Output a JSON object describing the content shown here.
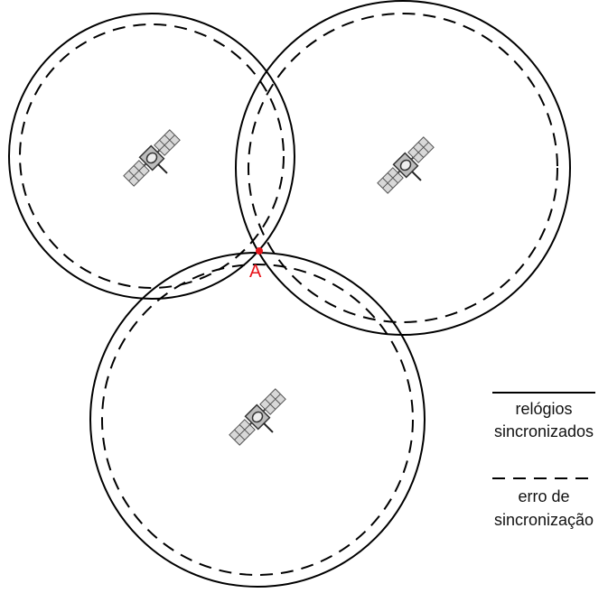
{
  "diagram": {
    "point_label": "A",
    "point_color": "#e8141b",
    "satellite_icon": "satellite-icon"
  },
  "legend": {
    "solid_line_1": "relógios",
    "solid_line_2": "sincronizados",
    "dashed_line_1": "erro de",
    "dashed_line_2": "sincronização"
  }
}
